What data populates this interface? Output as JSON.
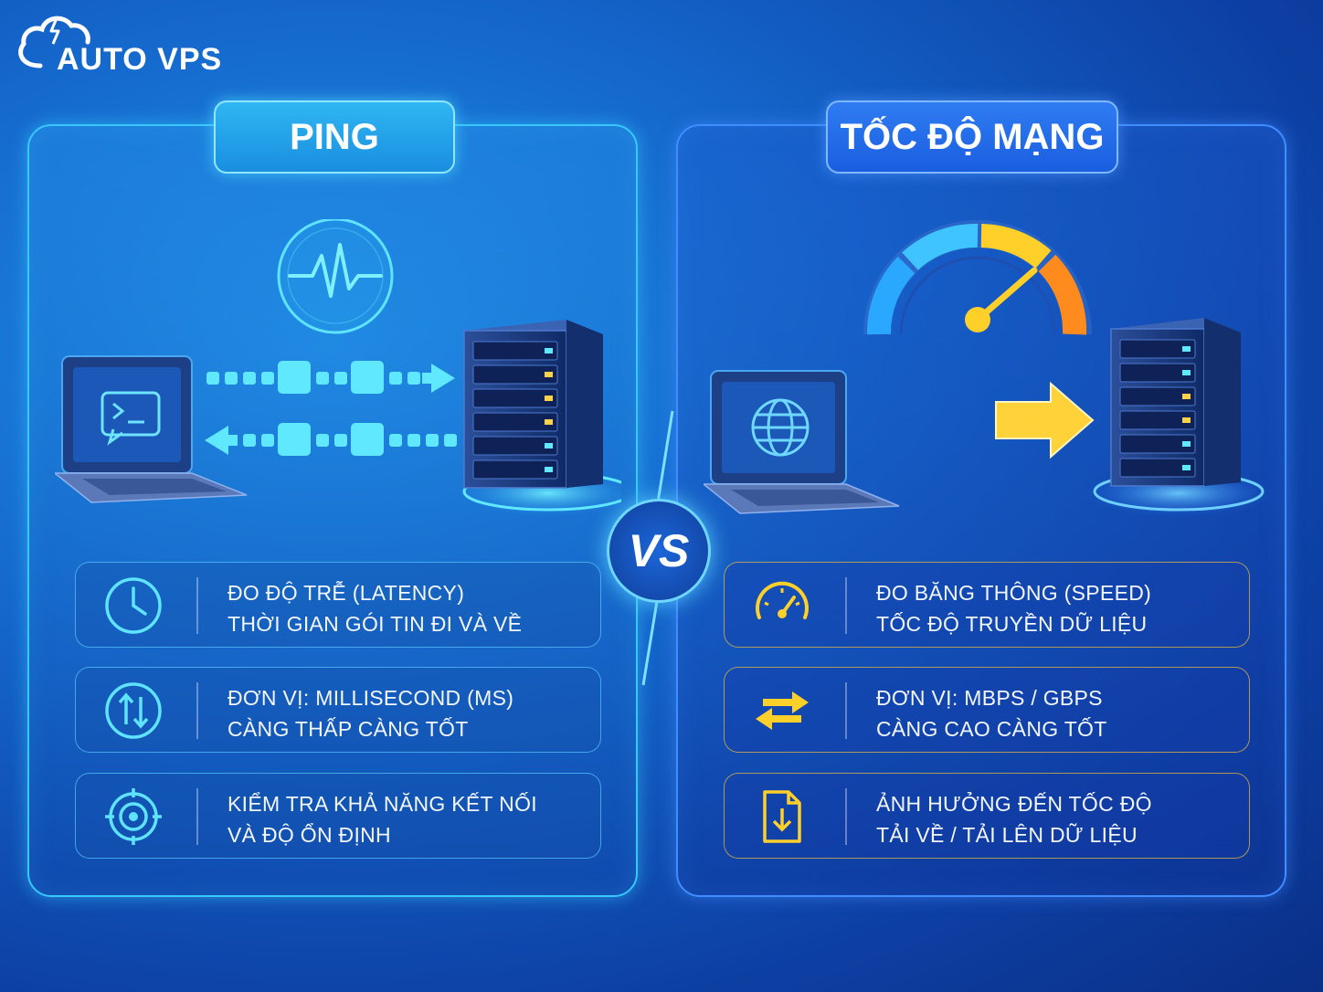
{
  "brand": {
    "name": "AUTO VPS"
  },
  "left": {
    "title": "PING",
    "rows": [
      {
        "icon": "clock-icon",
        "line1": "ĐO ĐỘ TRỄ (LATENCY)",
        "line2": "THỜI GIAN GÓI TIN ĐI VÀ VỀ"
      },
      {
        "icon": "up-down-arrows-icon",
        "line1": "ĐƠN VỊ: MILLISECOND (MS)",
        "line2": "CÀNG THẤP CÀNG TỐT"
      },
      {
        "icon": "target-icon",
        "line1": "KIỂM TRA KHẢ NĂNG KẾT NỐI",
        "line2": "VÀ ĐỘ ỔN ĐỊNH"
      }
    ]
  },
  "right": {
    "title": "TỐC ĐỘ MẠNG",
    "rows": [
      {
        "icon": "speedometer-icon",
        "line1": "ĐO BĂNG THÔNG (SPEED)",
        "line2": "TỐC ĐỘ TRUYỀN DỮ LIỆU"
      },
      {
        "icon": "swap-arrows-icon",
        "line1": "ĐƠN VỊ: MBPS / GBPS",
        "line2": "CÀNG CAO CÀNG TỐT"
      },
      {
        "icon": "download-file-icon",
        "line1": "ẢNH HƯỞNG ĐẾN TỐC ĐỘ",
        "line2": "TẢI VỀ / TẢI LÊN DỮ LIỆU"
      }
    ]
  },
  "vs_label": "VS",
  "colors": {
    "ping_accent": "#38c8ff",
    "speed_accent": "#f5c21b",
    "background": "#1464c9"
  }
}
